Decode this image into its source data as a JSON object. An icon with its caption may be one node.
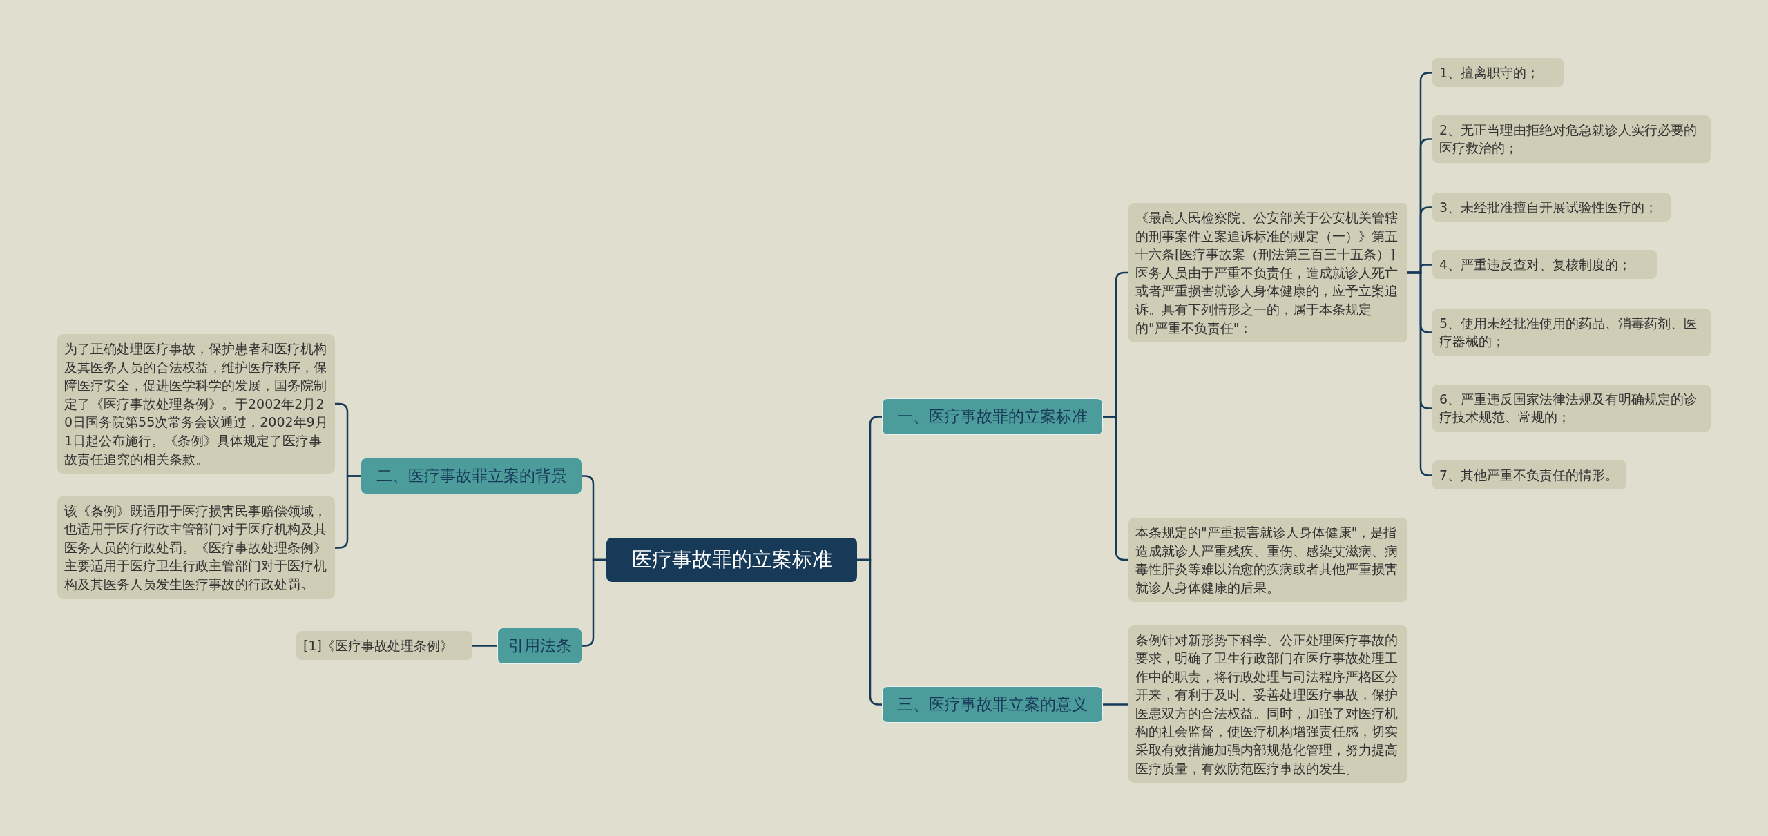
{
  "diagram": {
    "nodes": [
      {
        "text": [
          "医疗事故罪的立案标准"
        ]
      },
      {
        "text": [
          "一、医疗事故罪的立案标准"
        ]
      },
      {
        "text": [
          "《最高人民检察院、公安部关于公安机关管辖的刑事案件立案追诉标准的规定（一）》第五十六条[医疗事故案（刑法第三百三十五条）] 医务人员由于严重不负责任，造成就诊人死亡或者严重损害就诊人身体健康的，应予立案追诉。具有下列情形之一的，属于本条规定的\"严重不负责任\"："
        ]
      },
      {
        "text": [
          "1、擅离职守的；"
        ]
      },
      {
        "text": [
          "2、无正当理由拒绝对危急就诊人实行必要的医疗救治的；"
        ]
      },
      {
        "text": [
          "3、未经批准擅自开展试验性医疗的；"
        ]
      },
      {
        "text": [
          "4、严重违反查对、复核制度的；"
        ]
      },
      {
        "text": [
          "5、使用未经批准使用的药品、消毒药剂、医疗器械的；"
        ]
      },
      {
        "text": [
          "6、严重违反国家法律法规及有明确规定的诊疗技术规范、常规的；"
        ]
      },
      {
        "text": [
          "7、其他严重不负责任的情形。"
        ]
      },
      {
        "text": [
          "本条规定的\"严重损害就诊人身体健康\"，是指造成就诊人严重残疾、重伤、感染艾滋病、病毒性肝炎等难以治愈的疾病或者其他严重损害就诊人身体健康的后果。"
        ]
      },
      {
        "text": [
          "三、医疗事故罪立案的意义"
        ]
      },
      {
        "text": [
          "条例针对新形势下科学、公正处理医疗事故的要求，明确了卫生行政部门在医疗事故处理工作中的职责，将行政处理与司法程序严格区分开来，有利于及时、妥善处理医疗事故，保护医患双方的合法权益。同时，加强了对医疗机构的社会监督，使医疗机构增强责任感，切实采取有效措施加强内部规范化管理，努力提高医疗质量，有效防范医疗事故的发生。"
        ]
      },
      {
        "text": [
          "二、医疗事故罪立案的背景"
        ]
      },
      {
        "text": [
          "为了正确处理医疗事故，保护患者和医疗机构及其医务人员的合法权益，维护医疗秩序，保障医疗安全，促进医学科学的发展，国务院制定了《医疗事故处理条例》。于2002年2月20日国务院第55次常务会议通过，2002年9月1日起公布施行。《条例》具体规定了医疗事故责任追究的相关条款。"
        ]
      },
      {
        "text": [
          "该《条例》既适用于医疗损害民事赔偿领域，也适用于医疗行政主管部门对于医疗机构及其医务人员的行政处罚。《医疗事故处理条例》主要适用于医疗卫生行政主管部门对于医疗机构及其医务人员发生医疗事故的行政处罚。"
        ]
      },
      {
        "text": [
          "引用法条"
        ]
      },
      {
        "text": [
          "[1]《医疗事故处理条例》"
        ]
      }
    ],
    "edges": [
      {
        "from": 0,
        "to": 1,
        "arrow": "none"
      },
      {
        "from": 0,
        "to": 11,
        "arrow": "none"
      },
      {
        "from": 0,
        "to": 13,
        "arrow": "none"
      },
      {
        "from": 0,
        "to": 16,
        "arrow": "none"
      },
      {
        "from": 1,
        "to": 2,
        "arrow": "none"
      },
      {
        "from": 1,
        "to": 10,
        "arrow": "none"
      },
      {
        "from": 2,
        "to": 3,
        "arrow": "none"
      },
      {
        "from": 2,
        "to": 4,
        "arrow": "none"
      },
      {
        "from": 2,
        "to": 5,
        "arrow": "none"
      },
      {
        "from": 2,
        "to": 6,
        "arrow": "none"
      },
      {
        "from": 2,
        "to": 7,
        "arrow": "none"
      },
      {
        "from": 2,
        "to": 8,
        "arrow": "none"
      },
      {
        "from": 2,
        "to": 9,
        "arrow": "none"
      },
      {
        "from": 11,
        "to": 12,
        "arrow": "none"
      },
      {
        "from": 13,
        "to": 14,
        "arrow": "none"
      },
      {
        "from": 13,
        "to": 15,
        "arrow": "none"
      },
      {
        "from": 16,
        "to": 17,
        "arrow": "none"
      }
    ]
  }
}
